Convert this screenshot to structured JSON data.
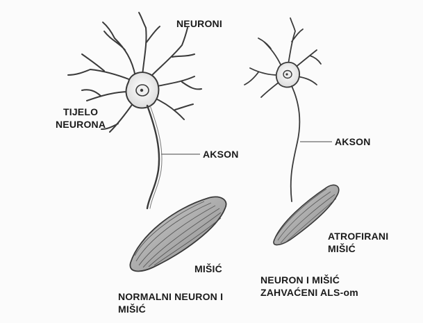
{
  "labels": {
    "neuroni": "NEURONI",
    "tijelo_line1": "TIJELO",
    "tijelo_line2": "NEURONA",
    "akson_left": "AKSON",
    "akson_right": "AKSON",
    "misic_left": "MIŠIĆ",
    "atrofirani_line1": "ATROFIRANI",
    "atrofirani_line2": "MIŠIĆ",
    "normal_caption_line1": "NORMALNI NEURON I",
    "normal_caption_line2": "MIŠIĆ",
    "als_caption_line1": "NEURON I MIŠIĆ",
    "als_caption_line2": "ZAHVAĆENI ALS-om"
  }
}
